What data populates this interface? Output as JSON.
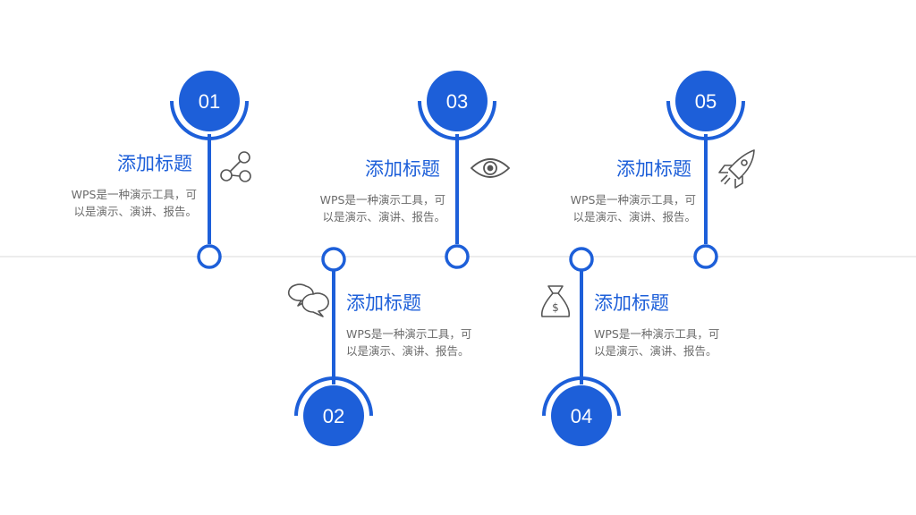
{
  "colors": {
    "primary": "#1d5fd9",
    "baseline": "#d9d9d9",
    "text_gray": "#6b6b6b",
    "icon": "#555555"
  },
  "steps": [
    {
      "num": "01",
      "title": "添加标题",
      "desc_line1": "WPS是一种演示工具，可",
      "desc_line2": "以是演示、演讲、报告。",
      "icon": "share-nodes-icon"
    },
    {
      "num": "02",
      "title": "添加标题",
      "desc_line1": "WPS是一种演示工具，可",
      "desc_line2": "以是演示、演讲、报告。",
      "icon": "chat-bubbles-icon"
    },
    {
      "num": "03",
      "title": "添加标题",
      "desc_line1": "WPS是一种演示工具，可",
      "desc_line2": "以是演示、演讲、报告。",
      "icon": "eye-icon"
    },
    {
      "num": "04",
      "title": "添加标题",
      "desc_line1": "WPS是一种演示工具，可",
      "desc_line2": "以是演示、演讲、报告。",
      "icon": "money-bag-icon"
    },
    {
      "num": "05",
      "title": "添加标题",
      "desc_line1": "WPS是一种演示工具，可",
      "desc_line2": "以是演示、演讲、报告。",
      "icon": "rocket-icon"
    }
  ]
}
